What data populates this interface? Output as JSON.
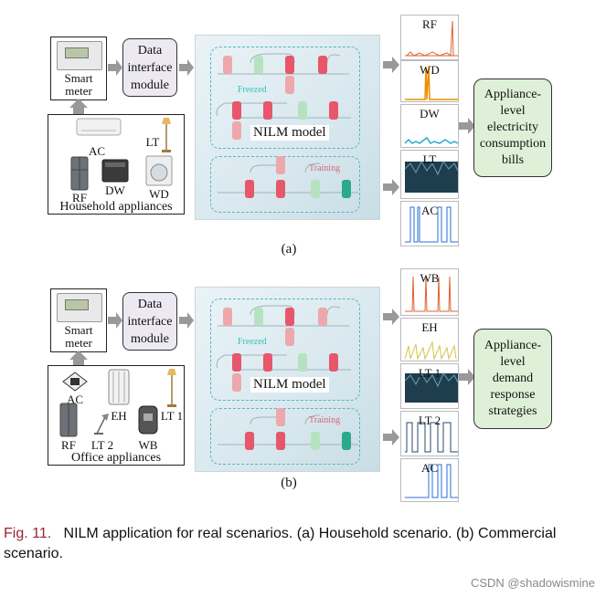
{
  "panels": [
    {
      "id": "a",
      "smart_meter_label": [
        "Smart",
        "meter"
      ],
      "data_interface_label": [
        "Data",
        "interface",
        "module"
      ],
      "nilm_model_label": "NILM model",
      "freezed_label": "Freezed",
      "training_label": "Training",
      "appliances_title": "Household appliances",
      "appliance_labels": [
        "AC",
        "LT",
        "RF",
        "DW",
        "WD"
      ],
      "chart_labels": [
        "RF",
        "WD",
        "DW",
        "LT",
        "AC"
      ],
      "output_label": [
        "Appliance-",
        "level",
        "electricity",
        "consumption",
        "bills"
      ],
      "panel_caption": "(a)"
    },
    {
      "id": "b",
      "smart_meter_label": [
        "Smart",
        "meter"
      ],
      "data_interface_label": [
        "Data",
        "interface",
        "module"
      ],
      "nilm_model_label": "NILM model",
      "freezed_label": "Freezed",
      "training_label": "Training",
      "appliances_title": "Office appliances",
      "appliance_labels": [
        "AC",
        "EH",
        "LT 1",
        "RF",
        "LT 2",
        "WB"
      ],
      "chart_labels": [
        "WB",
        "EH",
        "LT 1",
        "LT 2",
        "AC"
      ],
      "output_label": [
        "Appliance-",
        "level",
        "demand",
        "response",
        "strategies"
      ],
      "panel_caption": "(b)"
    }
  ],
  "caption": {
    "fig_number": "Fig. 11.",
    "text": "NILM application for real scenarios. (a) Household scenario. (b) Commercial scenario."
  },
  "watermark": "CSDN @shadowismine",
  "colors": {
    "block_red": "#e8566b",
    "block_pink": "#eea8ad",
    "block_green": "#b6e3bf",
    "block_teal": "#2aaa8a",
    "output_bg": "#dff0d8",
    "freezed_text": "#39bfb7",
    "training_text": "#e06377",
    "caption_fig": "#9b2335"
  }
}
